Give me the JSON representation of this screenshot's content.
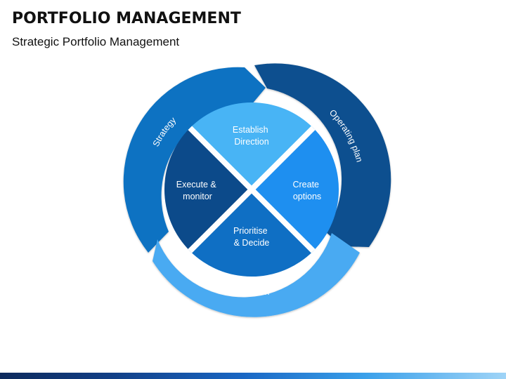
{
  "header": {
    "title": "PORTFOLIO MANAGEMENT",
    "subtitle": "Strategic Portfolio Management"
  },
  "diagram": {
    "ring_segments": [
      {
        "label": "Strategy",
        "color": "#0f72c2"
      },
      {
        "label": "Operating plan",
        "color": "#0d4f8f"
      },
      {
        "label": "Execution",
        "color": "#4aaaf2"
      }
    ],
    "quadrants": [
      {
        "position": "top",
        "lines": [
          "Establish",
          "Direction"
        ],
        "color": "#48b4f5"
      },
      {
        "position": "right",
        "lines": [
          "Create",
          "options"
        ],
        "color": "#1e8ff0"
      },
      {
        "position": "bottom",
        "lines": [
          "Prioritise",
          "& Decide"
        ],
        "color": "#0f6fc4"
      },
      {
        "position": "left",
        "lines": [
          "Execute &",
          "monitor"
        ],
        "color": "#0c4a8a"
      }
    ]
  }
}
